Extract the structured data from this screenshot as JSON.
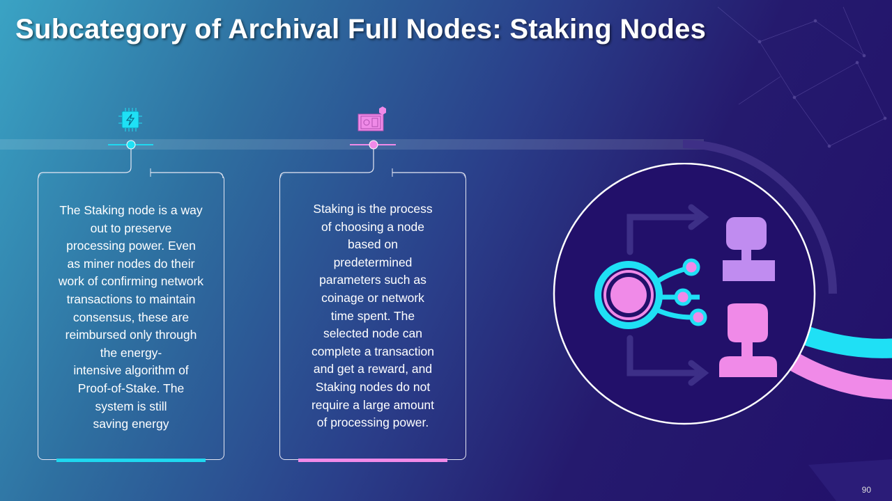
{
  "title": "Subcategory of Archival Full Nodes: Staking Nodes",
  "cards": [
    {
      "lines": [
        "The Staking node is a way",
        "out to preserve",
        "processing power. Even",
        "as miner nodes do their",
        "work of confirming network",
        "transactions to maintain",
        "consensus, these are",
        "reimbursed only through",
        "the energy-",
        "intensive algorithm of",
        "Proof-of-Stake. The",
        "system is still",
        "saving energy"
      ],
      "accent": "#1fd8f0"
    },
    {
      "lines": [
        "Staking is the process",
        "of choosing a node",
        "based on",
        "predetermined",
        "parameters such as",
        "coinage or network",
        "time spent. The",
        "selected node can",
        "complete a transaction",
        "and get a reward, and",
        "Staking nodes do not",
        "require a large amount",
        "of processing power."
      ],
      "accent": "#f08ae8"
    }
  ],
  "page_number": "90",
  "colors": {
    "cyan": "#1fe0f5",
    "pink": "#f08ae8",
    "purple": "#c08cf0"
  }
}
